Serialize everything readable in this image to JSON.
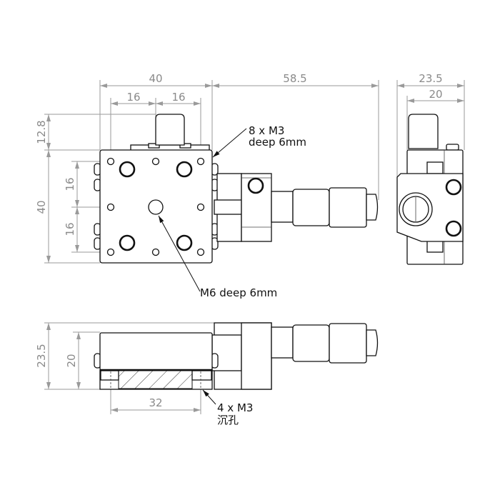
{
  "top_view": {
    "dim_width": "40",
    "dim_16_left": "16",
    "dim_16_right": "16",
    "dim_travel": "58.5",
    "dim_knob": "12.8",
    "dim_height": "40",
    "dim_16_upper": "16",
    "dim_16_lower": "16",
    "note_m3_line1": "8 x M3",
    "note_m3_line2": "deep 6mm",
    "note_m6": "M6 deep 6mm"
  },
  "end_view": {
    "dim_overall": "23.5",
    "dim_body": "20"
  },
  "front_view": {
    "dim_overall": "23.5",
    "dim_body": "20",
    "dim_spacing": "32",
    "note_line1": "4 x M3",
    "note_line2": "沉孔"
  }
}
